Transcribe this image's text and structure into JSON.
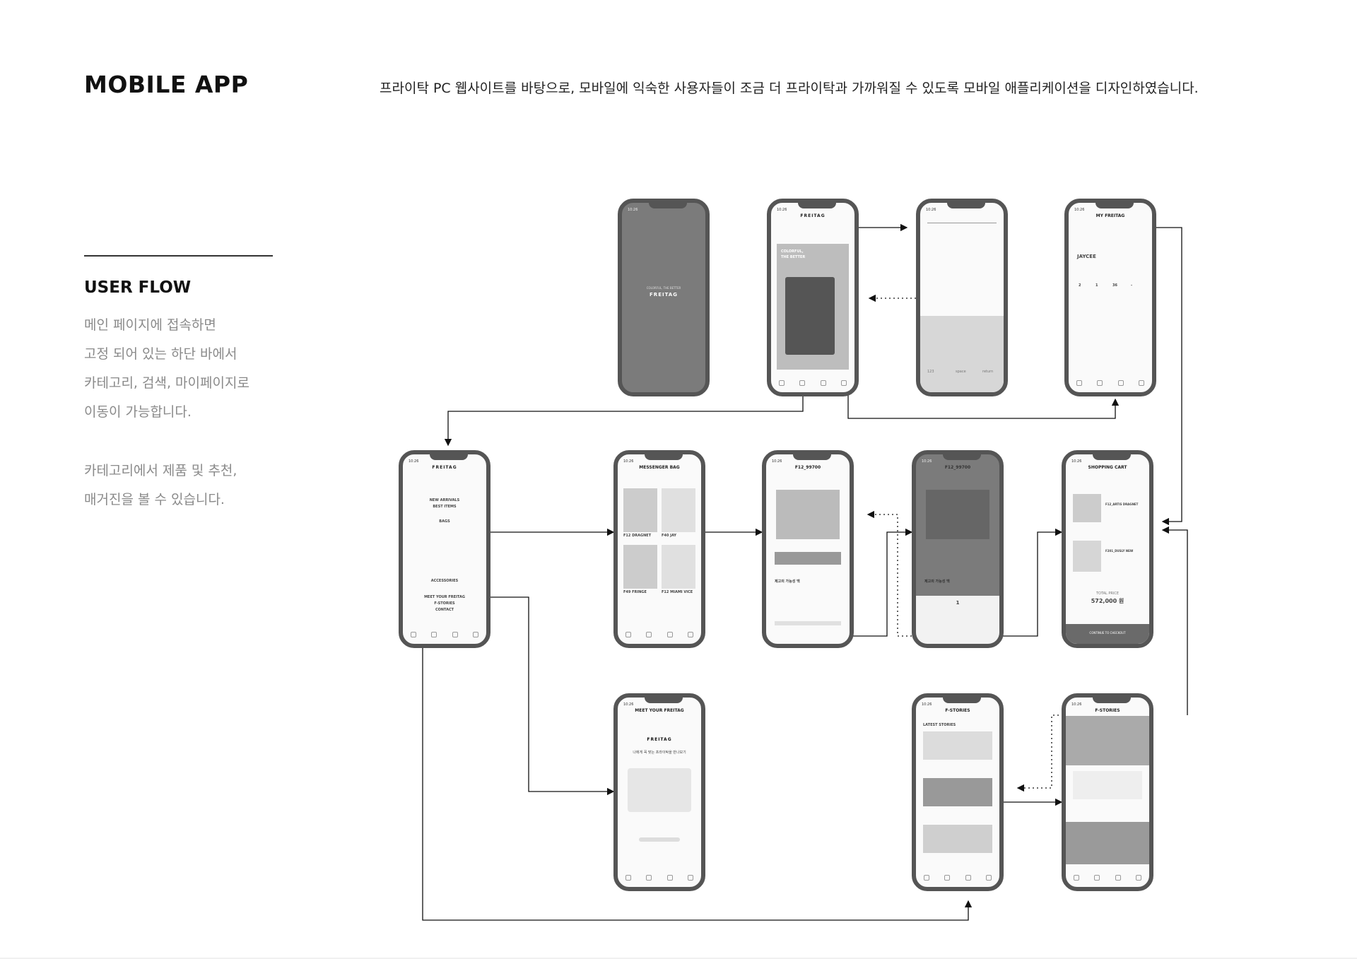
{
  "page": {
    "title": "MOBILE APP",
    "intro": "프라이탁 PC 웹사이트를 바탕으로, 모바일에 익숙한 사용자들이 조금 더 프라이탁과 가까워질 수 있도록 모바일 애플리케이션을 디자인하였습니다.",
    "section_title": "USER FLOW",
    "desc1": [
      "메인 페이지에 접속하면",
      "고정 되어 있는 하단 바에서",
      "카테고리, 검색, 마이페이지로",
      "이동이 가능합니다."
    ],
    "desc2": [
      "카테고리에서 제품 및 추천,",
      "매거진을 볼 수 있습니다."
    ]
  },
  "status_time": "10:26",
  "screens": {
    "splash": {
      "tagline": "COLORFUL, THE BETTER",
      "logo": "FREITAG"
    },
    "home": {
      "logo": "FREITAG",
      "hero_line1": "COLORFUL,",
      "hero_line2": "THE BETTER"
    },
    "search": {
      "space": "space",
      "return": "return",
      "num": "123"
    },
    "mypage": {
      "title": "MY FREITAG",
      "user": "JAYCEE",
      "stats": [
        "2",
        "1",
        "36",
        "-"
      ]
    },
    "category": {
      "logo": "FREITAG",
      "items": [
        "NEW ARRIVALS",
        "BEST ITEMS",
        "BAGS",
        "ACCESSORIES",
        "MEET YOUR FREITAG",
        "F-STORIES",
        "CONTACT"
      ]
    },
    "list": {
      "title": "MESSENGER BAG",
      "products": [
        "F12 DRAGNET",
        "F40 JAY",
        "F49 FRINGE",
        "F12 MIAMI VICE"
      ]
    },
    "detail": {
      "title": "F12_99700",
      "caption": "제고의 가능성 백"
    },
    "detail2": {
      "title": "F12_99700",
      "caption": "제고의 가능성 백",
      "qty": "1"
    },
    "cart": {
      "title": "SHOPPING CART",
      "items": [
        "F12_ARTIS DRAGNET",
        "F201_DUSLY NEW"
      ],
      "total_label": "TOTAL PRICE",
      "total": "572,000 원",
      "cta": "CONTINUE TO CHECKOUT"
    },
    "meet": {
      "title": "MEET YOUR FREITAG",
      "logo": "FREITAG",
      "headline": "나에게 꼭 맞는 프라이탁을 만나보기"
    },
    "stories": {
      "title": "F-STORIES",
      "heading": "LATEST STORIES"
    },
    "story": {
      "title": "F-STORIES"
    }
  }
}
